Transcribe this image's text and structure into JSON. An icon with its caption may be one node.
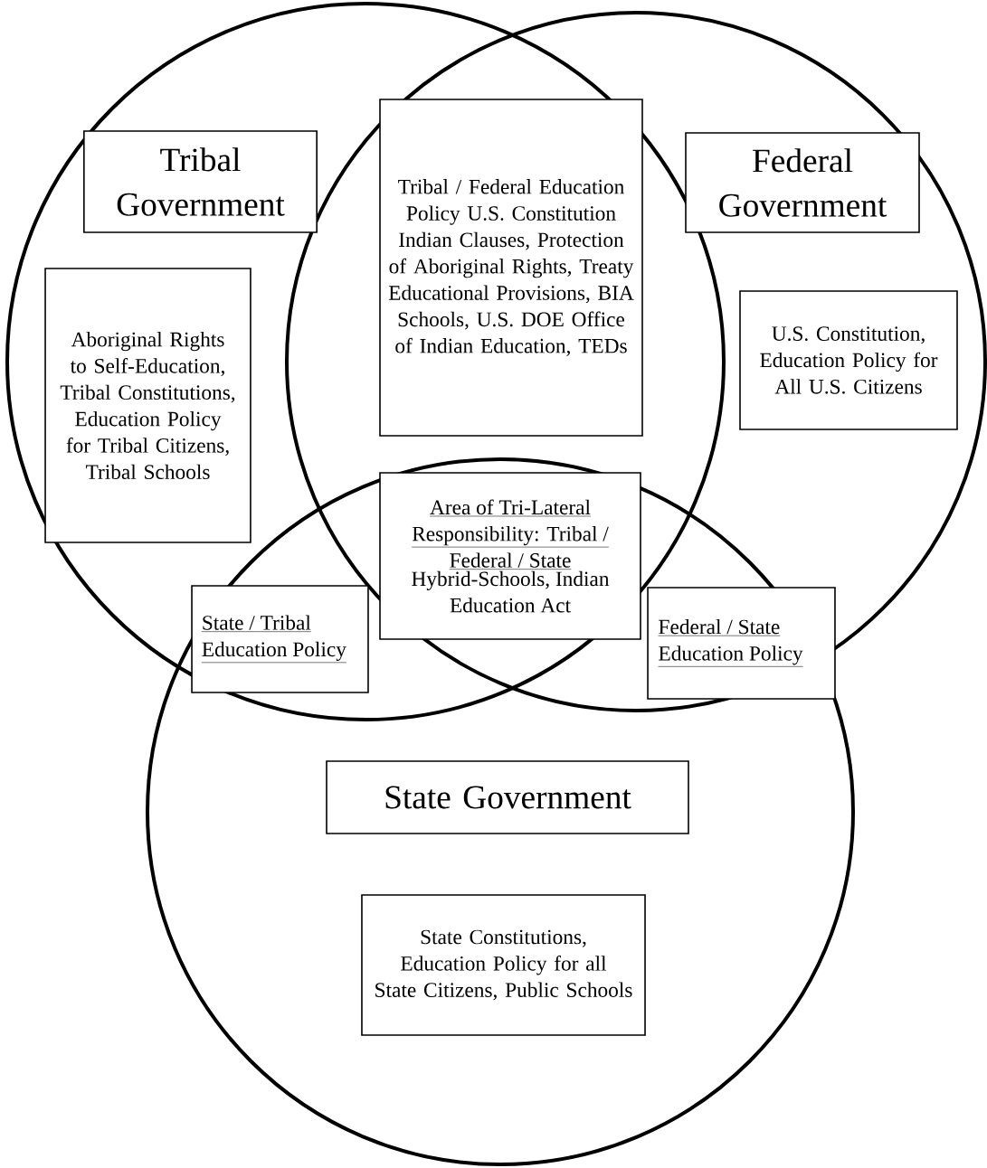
{
  "diagram": {
    "nodes": [
      {
        "text": [
          "Tribal Government"
        ]
      },
      {
        "text": [
          "Tribal / Federal Education Policy U.S. Constitution Indian Clauses, Protection of Aboriginal Rights, Treaty Educational Provisions, BIA Schools, U.S. DOE Office of Indian Education, TEDs"
        ]
      },
      {
        "text": [
          "Federal Government"
        ]
      },
      {
        "text": [
          "Aboriginal Rights to Self-Education, Tribal Constitutions, Education Policy for Tribal Citizens, Tribal Schools"
        ]
      },
      {
        "text": [
          "U.S. Constitution, Education Policy for All U.S. Citizens"
        ]
      },
      {
        "text": [
          "Area of Tri-Lateral Responsibility: Tribal / Federal / State",
          "Hybrid-Schools, Indian Education Act"
        ]
      },
      {
        "text": [
          "State / Tribal Education Policy"
        ]
      },
      {
        "text": [
          "Federal / State Education Policy"
        ]
      },
      {
        "text": [
          "State Government"
        ]
      },
      {
        "text": [
          "State Constitutions, Education Policy for all State Citizens, Public Schools"
        ]
      }
    ]
  }
}
